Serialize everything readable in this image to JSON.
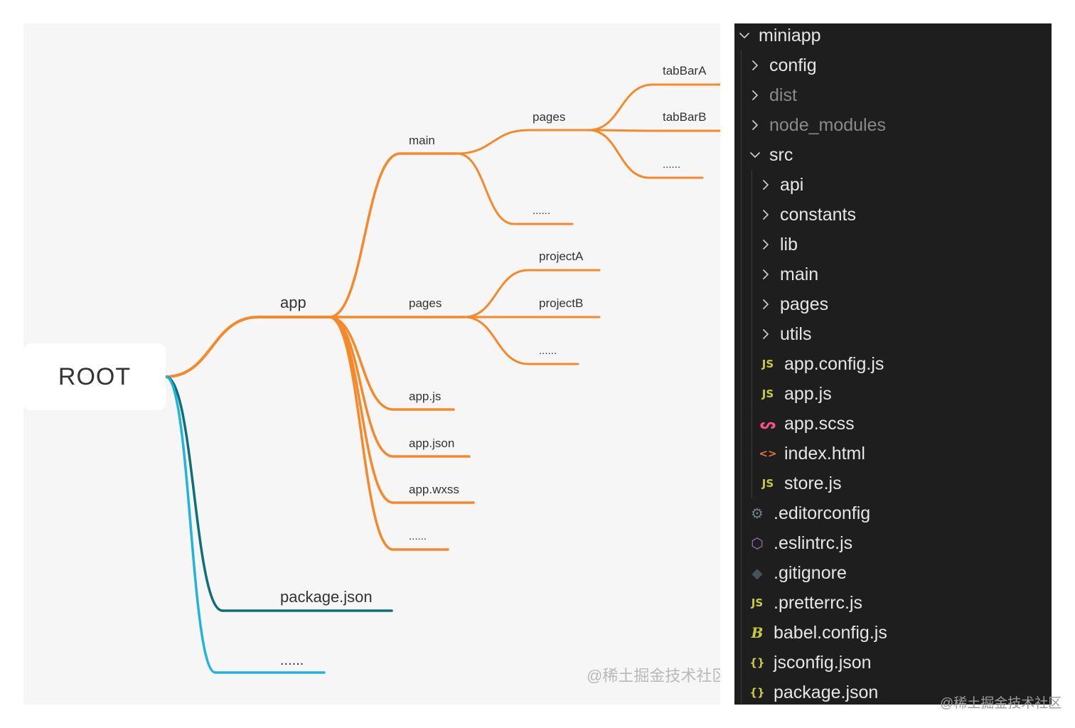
{
  "mindmap": {
    "root": "ROOT",
    "colors": {
      "app_branch": "#f5892a",
      "package_branch": "#0f6f78",
      "more_branch": "#22b3dd"
    },
    "labels": {
      "app": "app",
      "main": "main",
      "main_pages": "pages",
      "tabBarA": "tabBarA",
      "tabBarB": "tabBarB",
      "main_pages_more": "......",
      "main_more": "......",
      "app_pages": "pages",
      "projectA": "projectA",
      "projectB": "projectB",
      "app_pages_more": "......",
      "app_js": "app.js",
      "app_json": "app.json",
      "app_wxss": "app.wxss",
      "app_more": "......",
      "package_json": "package.json",
      "root_more": "......"
    },
    "watermark": "@稀土掘金技术社区"
  },
  "explorer": {
    "rows": [
      {
        "label": "miniapp",
        "chevron": "down",
        "icon": "",
        "depth": 0,
        "dim": false
      },
      {
        "label": "config",
        "chevron": "right",
        "icon": "",
        "depth": 1,
        "dim": false
      },
      {
        "label": "dist",
        "chevron": "right",
        "icon": "",
        "depth": 1,
        "dim": true
      },
      {
        "label": "node_modules",
        "chevron": "right",
        "icon": "",
        "depth": 1,
        "dim": true
      },
      {
        "label": "src",
        "chevron": "down",
        "icon": "",
        "depth": 1,
        "dim": false
      },
      {
        "label": "api",
        "chevron": "right",
        "icon": "",
        "depth": 2,
        "dim": false
      },
      {
        "label": "constants",
        "chevron": "right",
        "icon": "",
        "depth": 2,
        "dim": false
      },
      {
        "label": "lib",
        "chevron": "right",
        "icon": "",
        "depth": 2,
        "dim": false
      },
      {
        "label": "main",
        "chevron": "right",
        "icon": "",
        "depth": 2,
        "dim": false
      },
      {
        "label": "pages",
        "chevron": "right",
        "icon": "",
        "depth": 2,
        "dim": false
      },
      {
        "label": "utils",
        "chevron": "right",
        "icon": "",
        "depth": 2,
        "dim": false
      },
      {
        "label": "app.config.js",
        "chevron": "",
        "icon": "js-file-icon",
        "depth": 2,
        "dim": false
      },
      {
        "label": "app.js",
        "chevron": "",
        "icon": "js-file-icon",
        "depth": 2,
        "dim": false
      },
      {
        "label": "app.scss",
        "chevron": "",
        "icon": "sass-file-icon",
        "depth": 2,
        "dim": false
      },
      {
        "label": "index.html",
        "chevron": "",
        "icon": "html-file-icon",
        "depth": 2,
        "dim": false
      },
      {
        "label": "store.js",
        "chevron": "",
        "icon": "js-file-icon",
        "depth": 2,
        "dim": false
      },
      {
        "label": ".editorconfig",
        "chevron": "",
        "icon": "gear-file-icon",
        "depth": 1,
        "dim": false
      },
      {
        "label": ".eslintrc.js",
        "chevron": "",
        "icon": "eslint-file-icon",
        "depth": 1,
        "dim": false
      },
      {
        "label": ".gitignore",
        "chevron": "",
        "icon": "git-file-icon",
        "depth": 1,
        "dim": false
      },
      {
        "label": ".pretterrc.js",
        "chevron": "",
        "icon": "js-file-icon",
        "depth": 1,
        "dim": false
      },
      {
        "label": "babel.config.js",
        "chevron": "",
        "icon": "babel-file-icon",
        "depth": 1,
        "dim": false
      },
      {
        "label": "jsconfig.json",
        "chevron": "",
        "icon": "json-file-icon",
        "depth": 1,
        "dim": false
      },
      {
        "label": "package.json",
        "chevron": "",
        "icon": "json-file-icon",
        "depth": 1,
        "dim": false
      }
    ],
    "icon_glyphs": {
      "js-file-icon": {
        "glyph": "JS",
        "color": "#cbcb41"
      },
      "sass-file-icon": {
        "glyph": "ᔕ",
        "color": "#f55385"
      },
      "html-file-icon": {
        "glyph": "<>",
        "color": "#e37933"
      },
      "gear-file-icon": {
        "glyph": "⚙",
        "color": "#6d8086"
      },
      "eslint-file-icon": {
        "glyph": "⬡",
        "color": "#a074c4"
      },
      "git-file-icon": {
        "glyph": "◆",
        "color": "#41535b"
      },
      "babel-file-icon": {
        "glyph": "B",
        "color": "#cbcb41"
      },
      "json-file-icon": {
        "glyph": "{}",
        "color": "#cbcb41"
      }
    }
  },
  "page_watermark": "@稀土掘金技术社区"
}
